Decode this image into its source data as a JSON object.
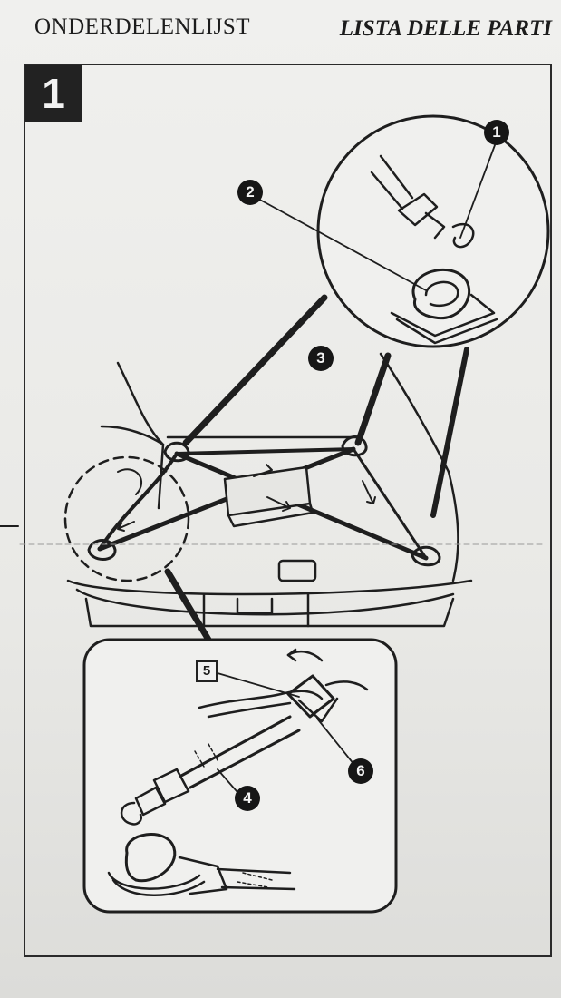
{
  "header": {
    "title_left": "ONDERDELENLIJST",
    "title_right": "LISTA DELLE PARTI"
  },
  "step": {
    "number": "1"
  },
  "callouts": {
    "c1": "1",
    "c2": "2",
    "c3": "3",
    "c4": "4",
    "c5": "5",
    "c6": "6"
  },
  "icons": {
    "hook": "hook-icon",
    "anchor": "anchor-ring-icon",
    "strap": "cargo-strap-icon"
  },
  "colors": {
    "ink": "#1c1c1c",
    "paper": "#ececea"
  }
}
